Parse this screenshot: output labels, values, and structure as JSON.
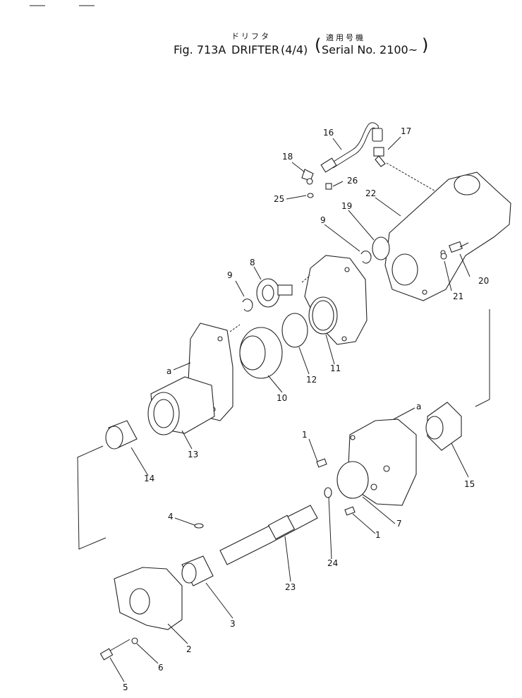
{
  "title": {
    "jp_name": "ドリフタ",
    "jp_applicable": "適用号機",
    "fig": "Fig. 713A",
    "name": "DRIFTER",
    "sheet": "(4/4)",
    "serial": "Serial No. 2100~",
    "paren_open": "(",
    "paren_close": ")"
  },
  "callouts": {
    "c1a": "1",
    "c1b": "1",
    "c2": "2",
    "c3": "3",
    "c4": "4",
    "c5": "5",
    "c6": "6",
    "c7": "7",
    "c8": "8",
    "c9a": "9",
    "c9b": "9",
    "c10": "10",
    "c11": "11",
    "c12": "12",
    "c13": "13",
    "c14": "14",
    "c15": "15",
    "c16": "16",
    "c17": "17",
    "c18": "18",
    "c19": "19",
    "c20": "20",
    "c21": "21",
    "c22": "22",
    "c23": "23",
    "c24": "24",
    "c25": "25",
    "c26": "26",
    "ca1": "a",
    "ca2": "a"
  },
  "colors": {
    "ink": "#222222",
    "paper": "#ffffff"
  }
}
